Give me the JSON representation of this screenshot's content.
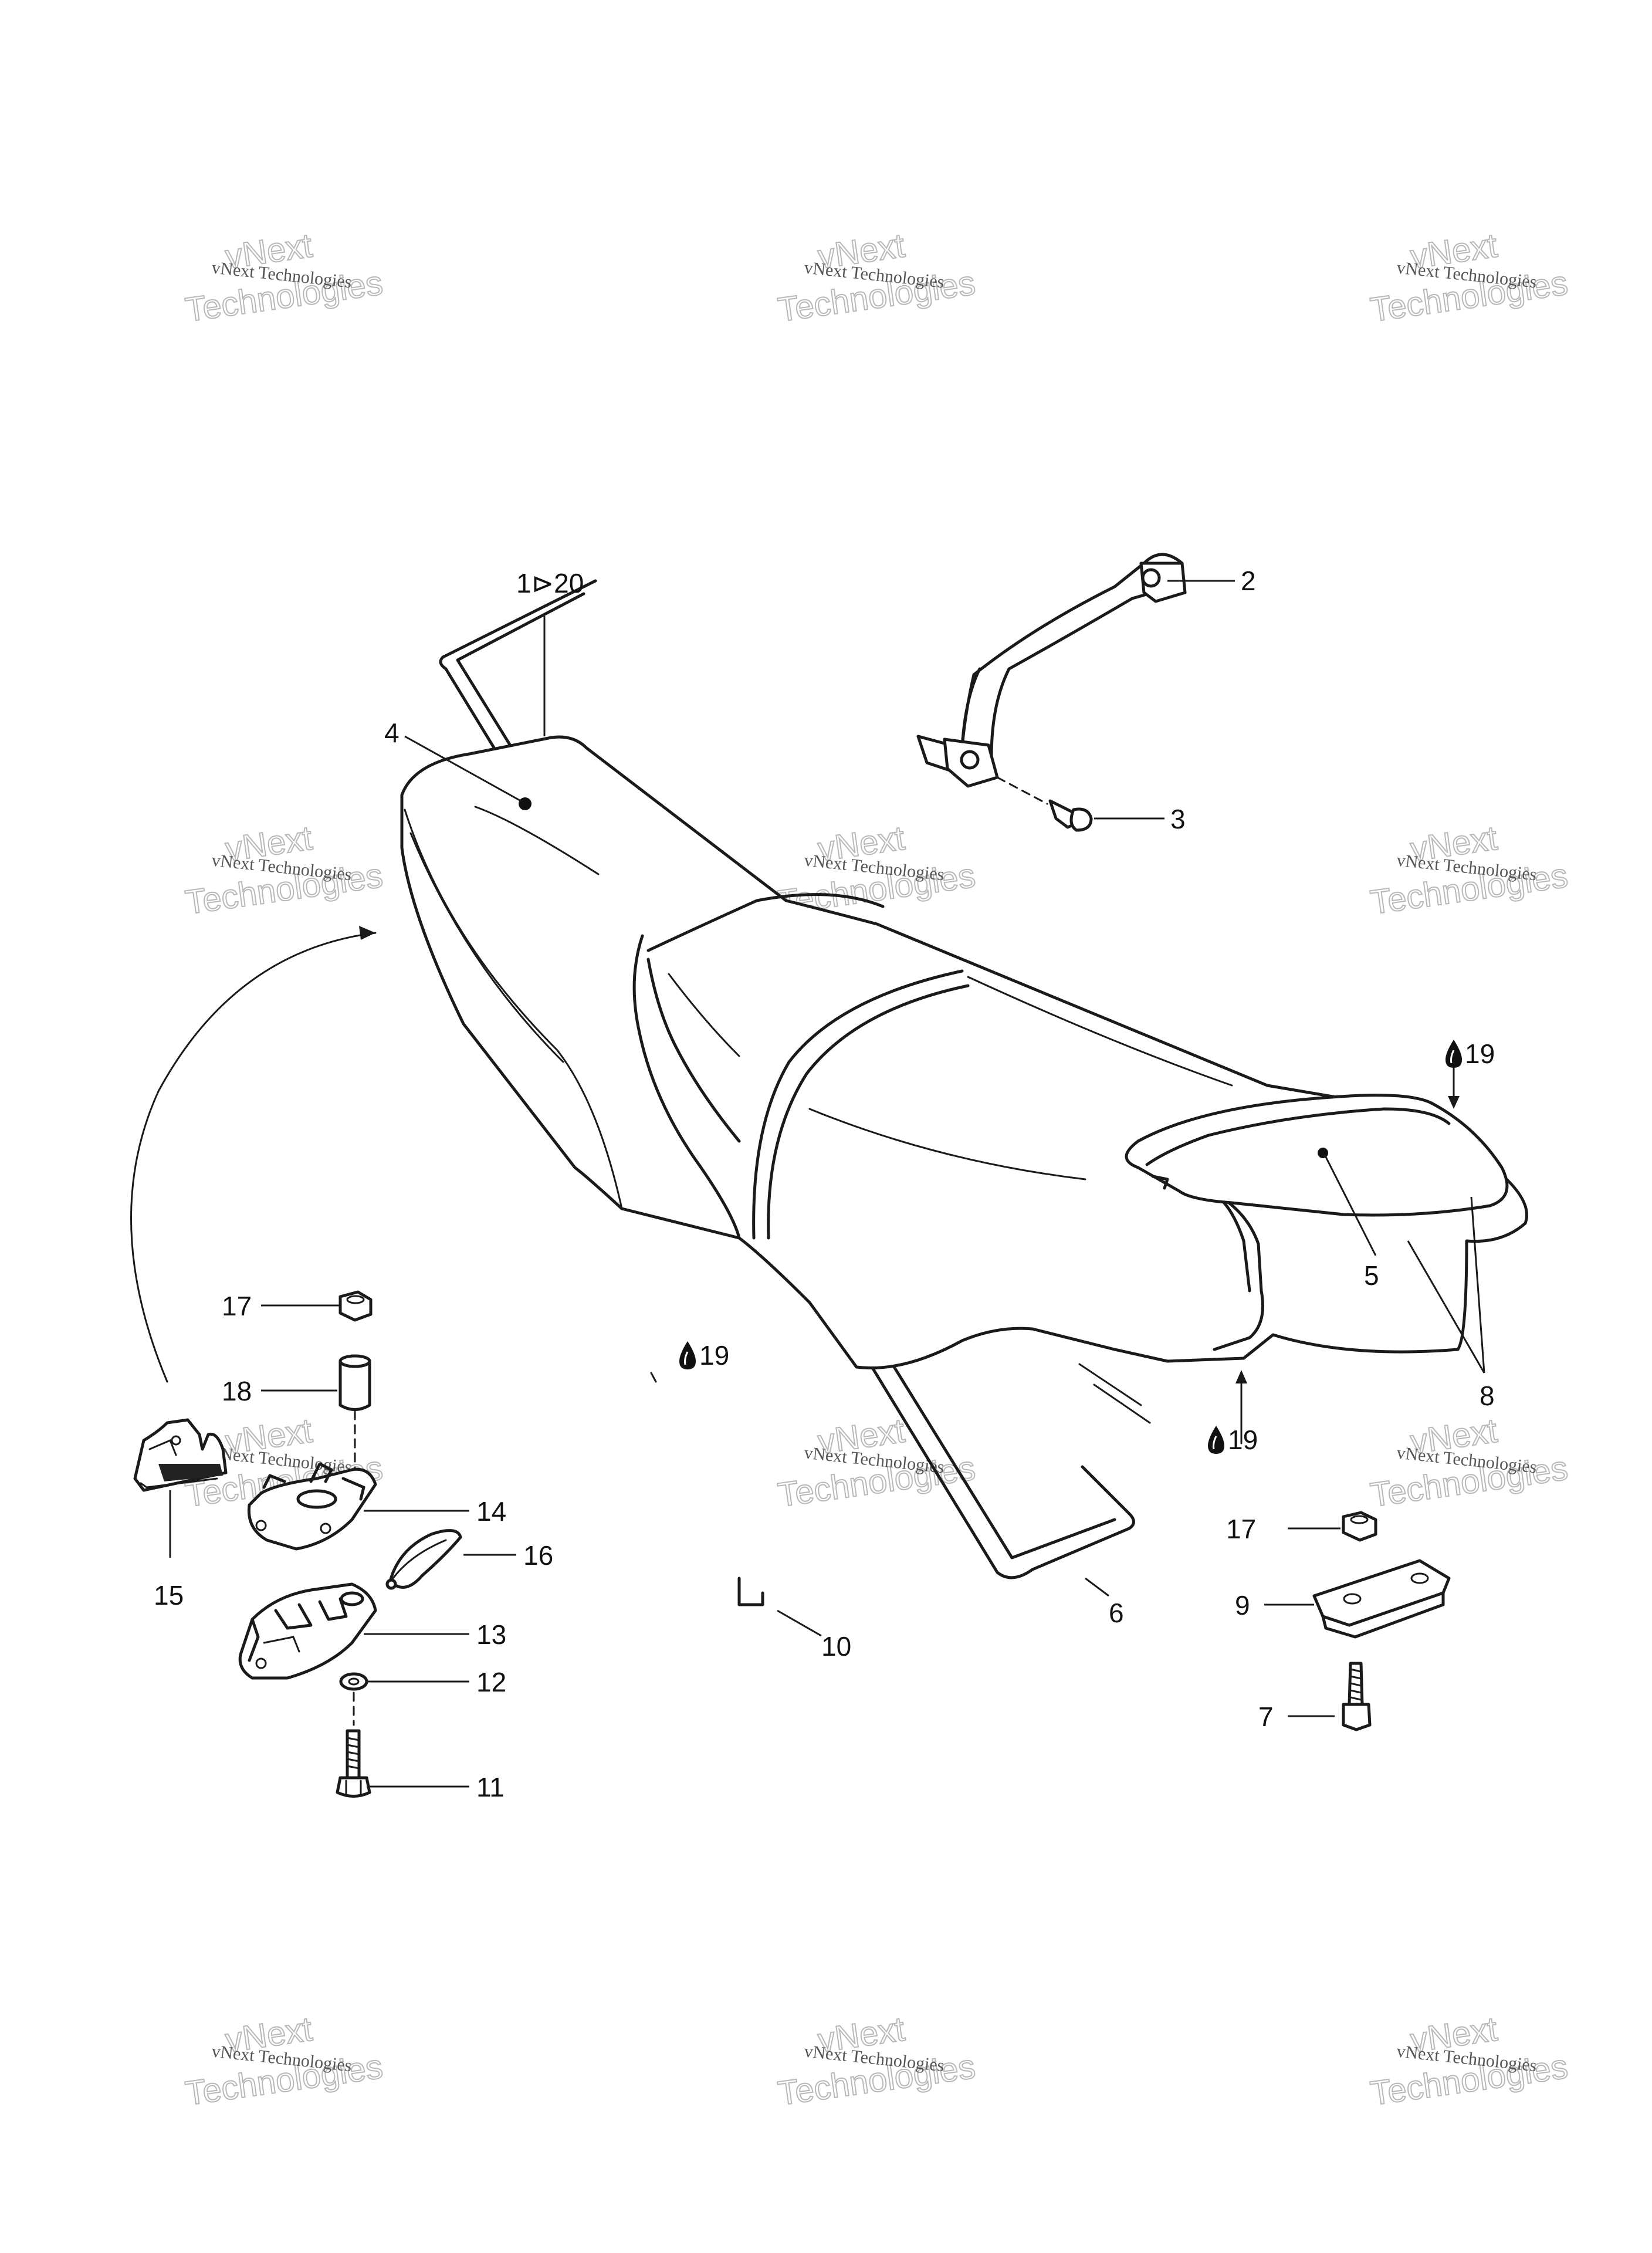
{
  "diagram": {
    "callouts": {
      "c1": "1⊳20",
      "c2": "2",
      "c3": "3",
      "c4": "4",
      "c5": "5",
      "c6": "6",
      "c7": "7",
      "c8": "8",
      "c9": "9",
      "c10": "10",
      "c11": "11",
      "c12": "12",
      "c13": "13",
      "c14": "14",
      "c15": "15",
      "c16": "16",
      "c17a": "17",
      "c17b": "17",
      "c18": "18",
      "c19a": "19",
      "c19b": "19",
      "c19c": "19"
    },
    "watermark": {
      "line1": "vNext Technologies",
      "line2": "vNext",
      "line3": "Technologies"
    },
    "colors": {
      "ink": "#1a1a1a",
      "watermark": "#b8b8b8"
    }
  }
}
